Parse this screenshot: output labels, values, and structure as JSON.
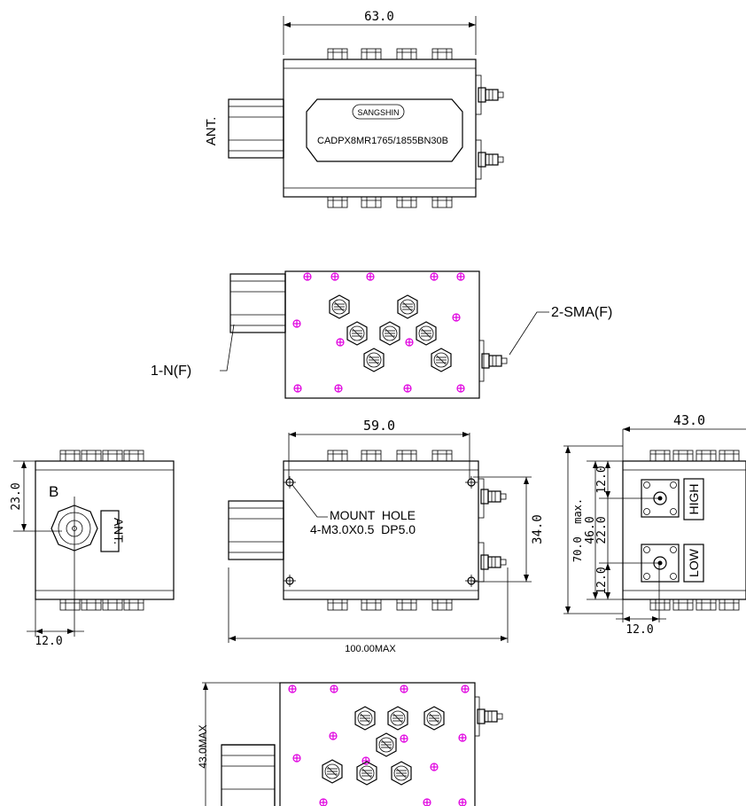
{
  "colors": {
    "line": "#000000",
    "screw_mark": "#e000e0",
    "background": "#ffffff"
  },
  "top_view": {
    "width_dim": "63.0",
    "ant_label": "ANT.",
    "brand": "SANGSHIN",
    "part_number": "CADPX8MR1765/1855BN30B"
  },
  "connector_view": {
    "sma_label": "2-SMA(F)",
    "n_label": "1-N(F)"
  },
  "left_view": {
    "height_dim": "23.0",
    "point_label": "B",
    "ant_label": "ANT.",
    "offset_dim": "12.0"
  },
  "front_view": {
    "width_dim": "59.0",
    "mount_label_1": "MOUNT  HOLE",
    "mount_label_2": "4-M3.0X0.5  DP5.0",
    "spacing_dim": "34.0",
    "overall_dim": "100.00MAX"
  },
  "right_view": {
    "width_dim": "43.0",
    "height_dim": "70.0  max.",
    "inner_dim": "46.0",
    "dim_a": "12.0",
    "dim_b": "22.0",
    "dim_c": "12.0",
    "high_label": "HIGH",
    "low_label": "LOW",
    "offset_dim": "12.0"
  },
  "bottom_view": {
    "height_dim": "43.0MAX"
  }
}
